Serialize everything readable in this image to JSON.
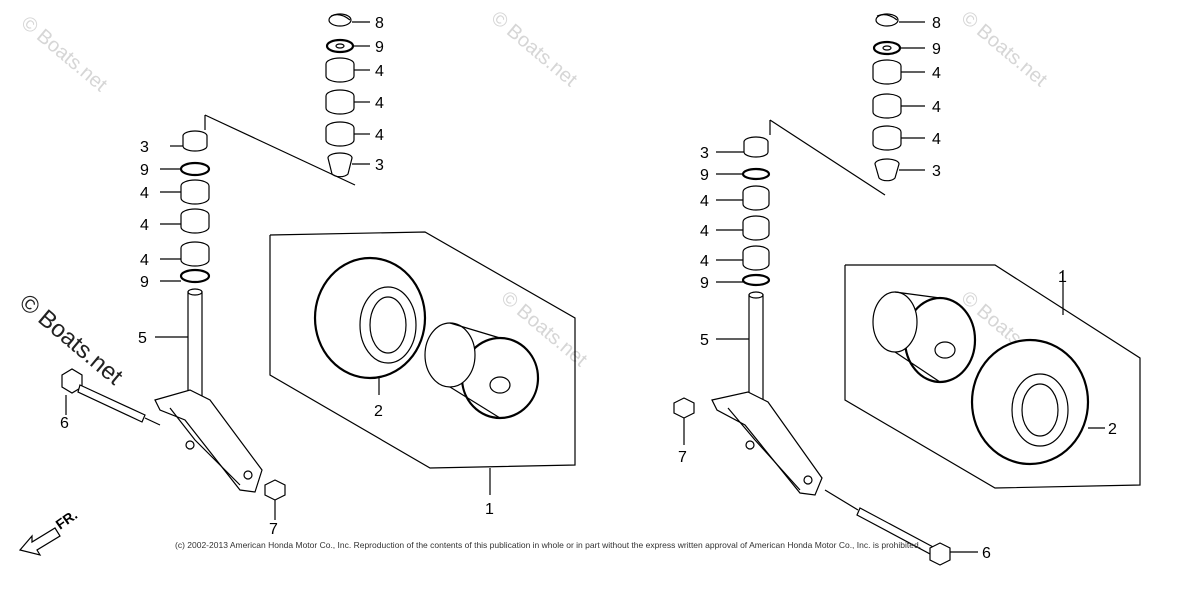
{
  "watermark": "© Boats.net",
  "copyright": "(c) 2002-2013 American Honda Motor Co., Inc. Reproduction of the contents of this publication in whole or in part without the express written approval of American Honda Motor Co., Inc. is prohibited.",
  "direction_label": "FR.",
  "left_assembly": {
    "stack_labels": [
      "3",
      "9",
      "4",
      "4",
      "4",
      "9",
      "5",
      "6",
      "7"
    ],
    "upper_labels": [
      "8",
      "9",
      "4",
      "4",
      "4",
      "3"
    ],
    "wheel_labels": [
      "2",
      "1"
    ]
  },
  "right_assembly": {
    "stack_labels": [
      "3",
      "9",
      "4",
      "4",
      "4",
      "9",
      "5",
      "7",
      "6"
    ],
    "upper_labels": [
      "8",
      "9",
      "4",
      "4",
      "4",
      "3"
    ],
    "wheel_labels": [
      "1",
      "2"
    ]
  }
}
